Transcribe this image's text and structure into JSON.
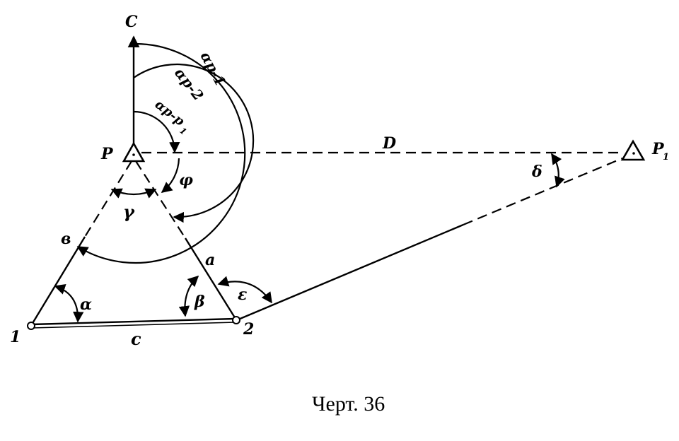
{
  "points": {
    "C": "C",
    "P": "P",
    "P1_main": "P",
    "P1_sub": "1",
    "pt1": "1",
    "pt2": "2"
  },
  "sides": {
    "a": "a",
    "b": "в",
    "c": "c",
    "D": "D"
  },
  "angles": {
    "alpha": "α",
    "beta": "β",
    "gamma": "γ",
    "epsilon": "ε",
    "phi": "φ",
    "delta": "δ",
    "dir_p1": "αp-1",
    "dir_p2": "αp-2",
    "dir_pp1_main": "αp-p",
    "dir_pp1_sub": "1"
  },
  "caption": "Черт. 36"
}
